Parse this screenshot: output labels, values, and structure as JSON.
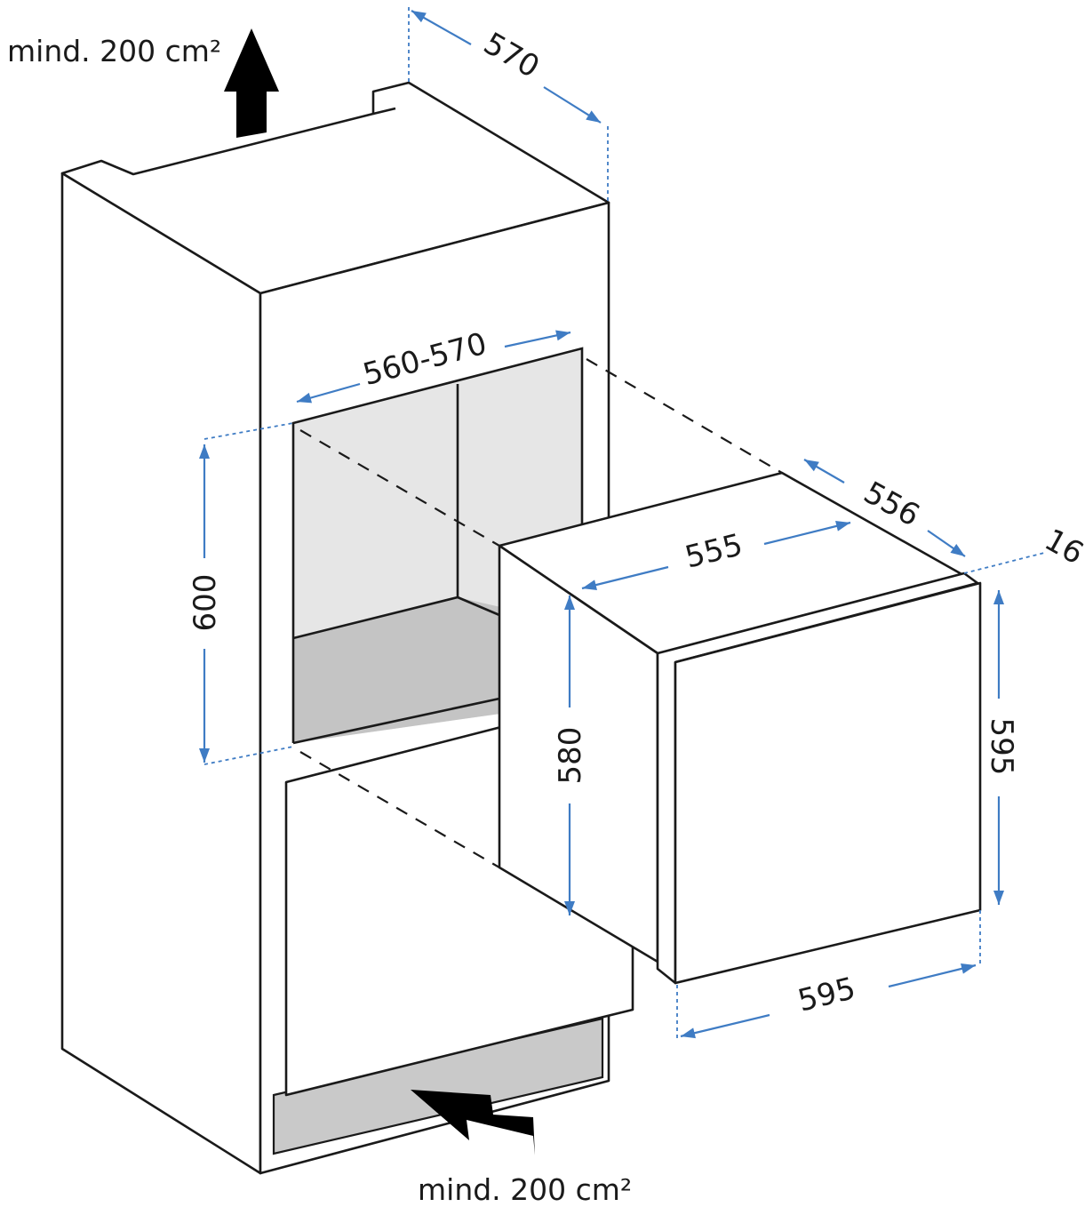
{
  "vent": {
    "top_label": "mind. 200 cm²",
    "bottom_label": "mind. 200 cm²"
  },
  "dimensions": {
    "cabinet_depth": "570",
    "niche_width": "560-570",
    "niche_height": "600",
    "appliance_depth": "556",
    "door_thickness": "16",
    "appliance_width": "555",
    "appliance_height": "580",
    "door_height": "595",
    "door_width": "595"
  },
  "colors": {
    "dimension_blue": "#3f7cc4",
    "niche_light_gray": "#e6e6e6",
    "niche_floor_gray": "#c4c4c4",
    "vent_gray": "#c9c9c9",
    "line": "#1a1a1a"
  }
}
